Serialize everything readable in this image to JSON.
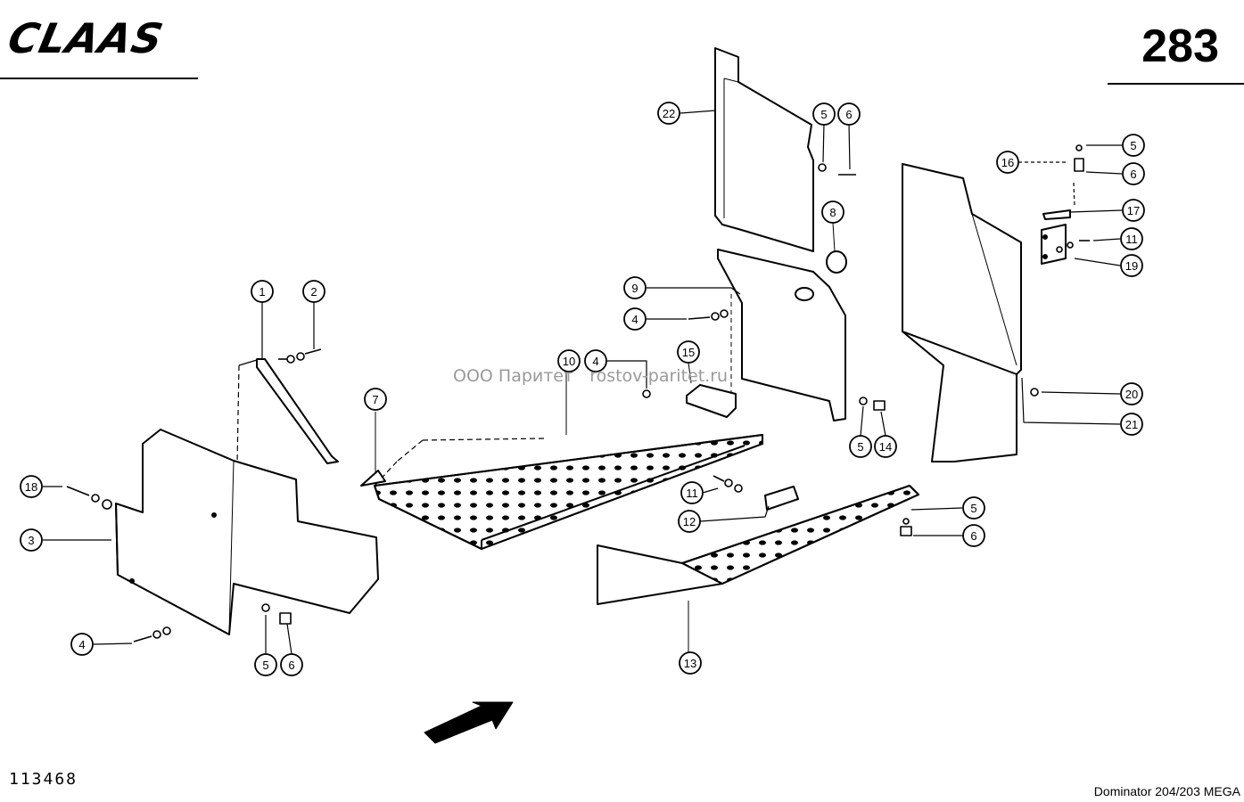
{
  "header": {
    "brand": "CLAAS",
    "page_number": "283"
  },
  "footer": {
    "drawing_number": "113468",
    "model": "Dominator 204/203 MEGA"
  },
  "watermark": "ООО Паритет   rostov-paritet.ru",
  "callouts": [
    {
      "label": "1"
    },
    {
      "label": "2"
    },
    {
      "label": "18"
    },
    {
      "label": "3"
    },
    {
      "label": "4"
    },
    {
      "label": "5"
    },
    {
      "label": "6"
    },
    {
      "label": "7"
    },
    {
      "label": "10"
    },
    {
      "label": "4"
    },
    {
      "label": "15"
    },
    {
      "label": "9"
    },
    {
      "label": "4"
    },
    {
      "label": "22"
    },
    {
      "label": "5"
    },
    {
      "label": "6"
    },
    {
      "label": "8"
    },
    {
      "label": "5"
    },
    {
      "label": "14"
    },
    {
      "label": "11"
    },
    {
      "label": "12"
    },
    {
      "label": "13"
    },
    {
      "label": "5"
    },
    {
      "label": "6"
    },
    {
      "label": "16"
    },
    {
      "label": "5"
    },
    {
      "label": "6"
    },
    {
      "label": "17"
    },
    {
      "label": "11"
    },
    {
      "label": "19"
    },
    {
      "label": "20"
    },
    {
      "label": "21"
    }
  ]
}
